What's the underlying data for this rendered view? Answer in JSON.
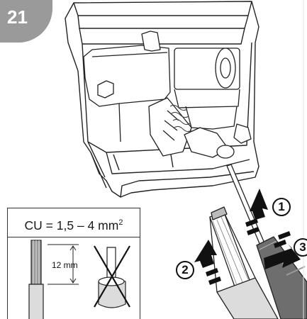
{
  "step": {
    "number": "21"
  },
  "spec": {
    "conductor_label": "CU = 1,5 – 4 mm",
    "conductor_exponent": "2",
    "strip_length_label": "12 mm"
  },
  "callouts": [
    {
      "label": "1"
    },
    {
      "label": "2"
    },
    {
      "label": "3"
    }
  ],
  "colors": {
    "badge": "#9a9a9a",
    "outline": "#222222",
    "wire_insulation": "#dcdcdc"
  }
}
